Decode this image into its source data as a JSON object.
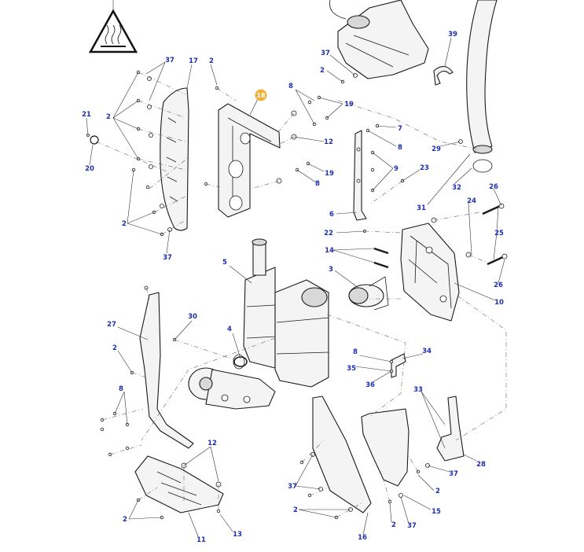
{
  "callouts": {
    "c37a": "37",
    "c17": "17",
    "c2a": "2",
    "c18": "18",
    "c8a": "8",
    "c19a": "19",
    "c21": "21",
    "c2b": "2",
    "c20": "20",
    "c12a": "12",
    "c19b": "19",
    "c8b": "8",
    "c2c": "2",
    "c37b": "37",
    "c37c": "37",
    "c2d": "2",
    "c39": "39",
    "c29": "29",
    "c7": "7",
    "c8c": "8",
    "c9": "9",
    "c23": "23",
    "c32": "32",
    "c26a": "26",
    "c31": "31",
    "c24": "24",
    "c6": "6",
    "c22": "22",
    "c25": "25",
    "c14": "14",
    "c5": "5",
    "c3": "3",
    "c26b": "26",
    "c10": "10",
    "c30": "30",
    "c27": "27",
    "c4": "4",
    "c2e": "2",
    "c8d": "8",
    "c34": "34",
    "c35": "35",
    "c36": "36",
    "c8e": "8",
    "c33": "33",
    "c12b": "12",
    "c28": "28",
    "c37d": "37",
    "c2f": "2",
    "c37e": "37",
    "c2g": "2",
    "c15": "15",
    "c2h": "2",
    "c37f": "37",
    "c11": "11",
    "c13": "13",
    "c16": "16",
    "c2i": "2"
  },
  "highlight": {
    "label": "18",
    "color": "#f0b23c"
  },
  "warning": {
    "icon": "hot-surface-warning-icon"
  }
}
